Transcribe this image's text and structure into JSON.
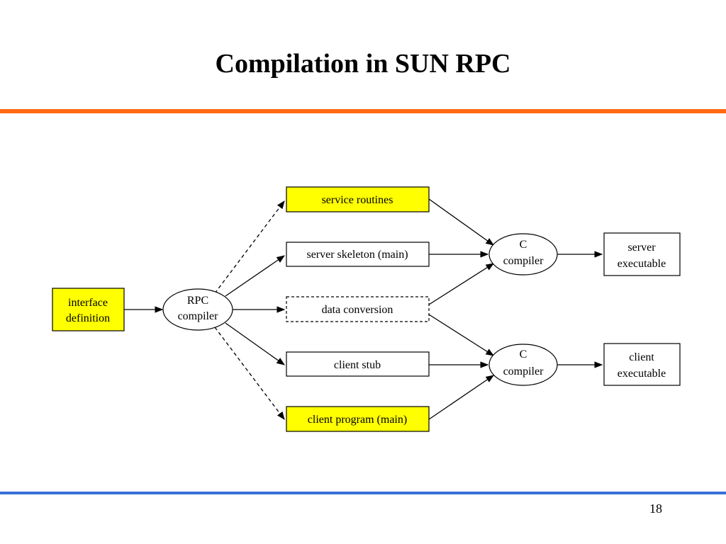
{
  "slide": {
    "title": "Compilation in SUN RPC",
    "page_number": "18",
    "accent_top": "#ff6a13",
    "accent_bottom": "#3a6fd8"
  },
  "nodes": {
    "interface_definition": [
      "interface",
      "definition"
    ],
    "rpc_compiler": [
      "RPC",
      "compiler"
    ],
    "service_routines": "service routines",
    "server_skeleton": "server skeleton (main)",
    "data_conversion": "data conversion",
    "client_stub": "client stub",
    "client_program": "client program (main)",
    "c_compiler_server": [
      "C",
      "compiler"
    ],
    "c_compiler_client": [
      "C",
      "compiler"
    ],
    "server_executable": [
      "server",
      "executable"
    ],
    "client_executable": [
      "client",
      "executable"
    ]
  },
  "colors": {
    "highlight": "#ffff00",
    "box_fill": "#ffffff",
    "stroke": "#000000"
  }
}
